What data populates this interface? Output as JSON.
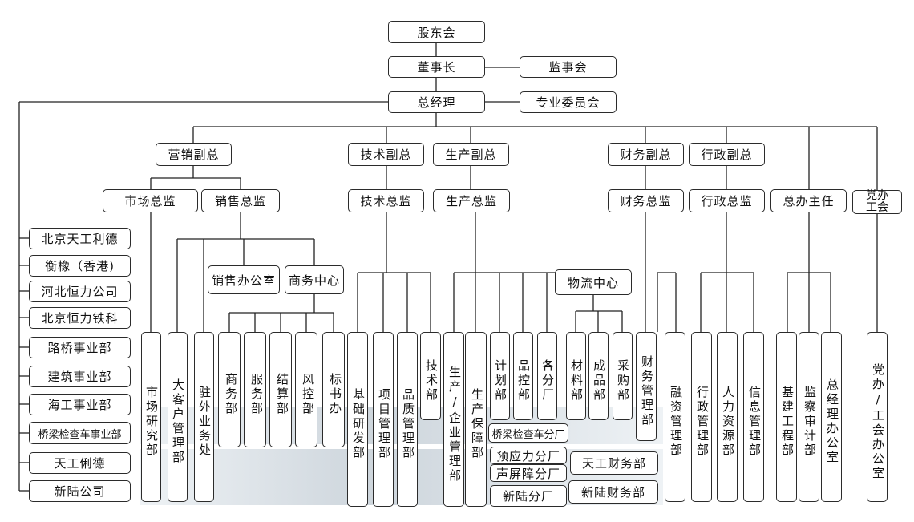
{
  "top": {
    "shareholders": "股东会",
    "chairman": "董事长",
    "supervisory": "监事会",
    "gm": "总经理",
    "committee": "专业委员会"
  },
  "vp": {
    "marketing": "营销副总",
    "tech": "技术副总",
    "production": "生产副总",
    "finance": "财务副总",
    "admin": "行政副总"
  },
  "directors": {
    "market": "市场总监",
    "sales": "销售总监",
    "tech": "技术总监",
    "production": "生产总监",
    "finance": "财务总监",
    "admin": "行政总监",
    "office": "总办主任",
    "party": "党办工会"
  },
  "subsidiaries": [
    "北京天工利德",
    "衡橡（香港)",
    "河北恒力公司",
    "北京恒力铁科",
    "路桥事业部",
    "建筑事业部",
    "海工事业部",
    "桥梁检查车事业部",
    "天工俐德",
    "新陆公司"
  ],
  "sales_units": {
    "sales_office": "销售办公室",
    "business_center": "商务中心",
    "logistics_center": "物流中心"
  },
  "departments": {
    "market_research": "市场研究部",
    "key_accounts": "大客户管理部",
    "overseas": "驻外业务处",
    "commerce": "商务部",
    "service": "服务部",
    "settlement": "结算部",
    "risk": "风控部",
    "bidding": "标书办",
    "basic_research": "基础研发部",
    "project_mgmt": "项目管理部",
    "quality_mgmt": "品质管理部",
    "tech_dept": "技术部",
    "production_mgmt": "生产/企业管理部",
    "production_support": "生产保障部",
    "planning": "计划部",
    "quality_control": "品控部",
    "branches": "各分厂",
    "materials": "材料部",
    "finished_goods": "成品部",
    "purchasing": "采购部",
    "finance_mgmt": "财务管理部",
    "financing": "融资管理部",
    "admin_mgmt": "行政管理部",
    "hr": "人力资源部",
    "info_mgmt": "信息管理部",
    "construction": "基建工程部",
    "audit": "监察审计部",
    "gm_office": "总经理办公室",
    "party_office": "党办/工会办公室"
  },
  "factories": {
    "bridge_vehicle": "桥梁检查车分厂",
    "prestress": "预应力分厂",
    "sound_barrier": "声屏障分厂",
    "xinlu": "新陆分厂",
    "tiangong_finance": "天工财务部",
    "xinlu_finance": "新陆财务部"
  },
  "colors": {
    "line": "#222222",
    "border": "#2b2b2b",
    "shade": "#cdd5dc"
  }
}
